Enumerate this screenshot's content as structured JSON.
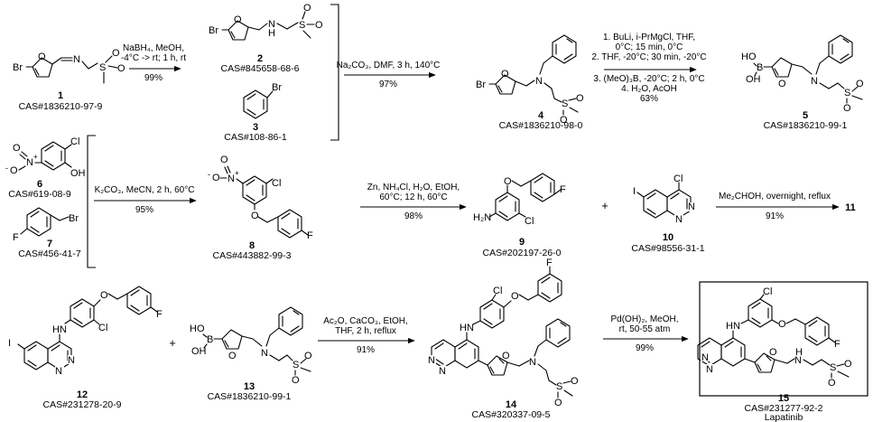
{
  "compounds": {
    "c1": {
      "num": "1",
      "cas": "CAS#1836210-97-9"
    },
    "c2": {
      "num": "2",
      "cas": "CAS#845658-68-6"
    },
    "c3": {
      "num": "3",
      "cas": "CAS#108-86-1"
    },
    "c4": {
      "num": "4",
      "cas": "CAS#1836210-98-0"
    },
    "c5": {
      "num": "5",
      "cas": "CAS#1836210-99-1"
    },
    "c6": {
      "num": "6",
      "cas": "CAS#619-08-9"
    },
    "c7": {
      "num": "7",
      "cas": "CAS#456-41-7"
    },
    "c8": {
      "num": "8",
      "cas": "CAS#443882-99-3"
    },
    "c9": {
      "num": "9",
      "cas": "CAS#202197-26-0"
    },
    "c10": {
      "num": "10",
      "cas": "CAS#98556-31-1"
    },
    "c11": {
      "num": "11"
    },
    "c12": {
      "num": "12",
      "cas": "CAS#231278-20-9"
    },
    "c13": {
      "num": "13",
      "cas": "CAS#1836210-99-1"
    },
    "c14": {
      "num": "14",
      "cas": "CAS#320337-09-5"
    },
    "c15": {
      "num": "15",
      "cas": "CAS#231277-92-2",
      "name": "Lapatinib"
    }
  },
  "steps": {
    "s1": {
      "line1": "NaBH₄, MeOH,",
      "line2": "-4°C -> rt; 1 h, rt",
      "yield": "99%"
    },
    "s2": {
      "line1": "Na₂CO₃, DMF, 3 h, 140°C",
      "yield": "97%"
    },
    "s3": {
      "line1": "1. BuLi, i-PrMgCl, THF,",
      "line2": "0°C; 15 min, 0°C",
      "line3": "2. THF, -20°C; 30 min, -20°C",
      "line4": "3. (MeO)₃B, -20°C; 2 h, 0°C",
      "line5": "4. H₂O, AcOH",
      "yield": "63%"
    },
    "s4": {
      "line1": "K₂CO₃, MeCN, 2 h, 60°C",
      "yield": "95%"
    },
    "s5": {
      "line1": "Zn, NH₄Cl, H₂O, EtOH,",
      "line2": "60°C; 12 h, 60°C",
      "yield": "98%"
    },
    "s6": {
      "line1": "Me₂CHOH, overnight, reflux",
      "yield": "91%"
    },
    "s7": {
      "line1": "Ac₂O, CaCO₃, EtOH,",
      "line2": "THF, 2 h, reflux",
      "yield": "91%"
    },
    "s8": {
      "line1": "Pd(OH)₂, MeOH,",
      "line2": "rt, 50-55 atm",
      "yield": "99%"
    }
  },
  "atoms": {
    "br": "Br",
    "o": "O",
    "n": "N",
    "s": "S",
    "cl": "Cl",
    "f": "F",
    "h": "H",
    "i": "I",
    "b": "B",
    "ho": "HO",
    "oh": "OH",
    "nitro_n": "N",
    "nitro_o": "O",
    "minus": "-",
    "plus": "+",
    "hn": "HN",
    "h2n": "H₂N"
  },
  "misc": {
    "plus": "+"
  }
}
